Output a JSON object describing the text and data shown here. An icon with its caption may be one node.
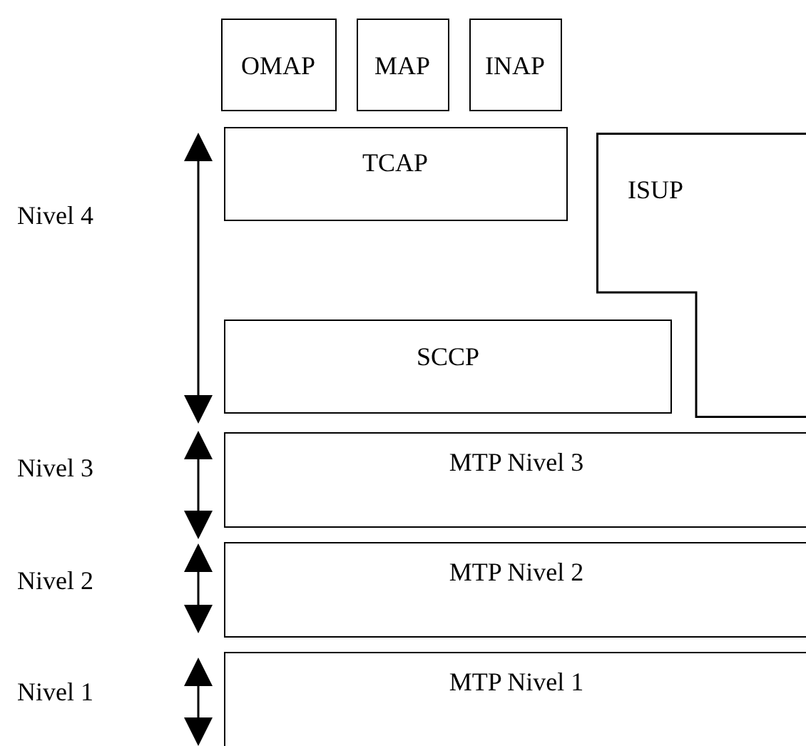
{
  "diagram": {
    "nodes": [
      {
        "text": [
          "OMAP"
        ]
      },
      {
        "text": [
          "MAP"
        ]
      },
      {
        "text": [
          "INAP"
        ]
      },
      {
        "text": [
          "TCAP"
        ]
      },
      {
        "text": [
          "ISUP"
        ]
      },
      {
        "text": [
          "SCCP"
        ]
      },
      {
        "text": [
          "MTP Nivel 3"
        ]
      },
      {
        "text": [
          "MTP Nivel 2"
        ]
      },
      {
        "text": [
          "MTP Nivel 1"
        ]
      }
    ],
    "labels": [
      "Nivel 4",
      "Nivel 3",
      "Nivel 2",
      "Nivel 1"
    ]
  }
}
